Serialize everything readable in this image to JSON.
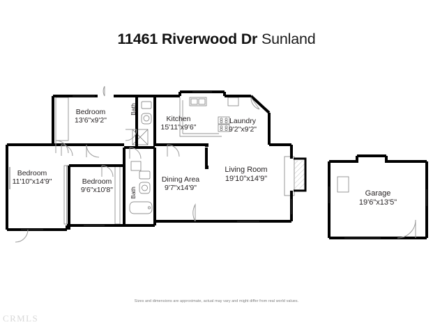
{
  "header": {
    "street": "11461 Riverwood Dr",
    "city": " Sunland"
  },
  "rooms": [
    {
      "id": "bedroom-top-left",
      "name": "Bedroom",
      "dimensions": "13'6\"x9'2\""
    },
    {
      "id": "kitchen",
      "name": "Kitchen",
      "dimensions": "15'11\"x9'6\""
    },
    {
      "id": "laundry",
      "name": "Laundry",
      "dimensions": "9'2\"x9'2\""
    },
    {
      "id": "bedroom-left",
      "name": "Bedroom",
      "dimensions": "11'10\"x14'9\""
    },
    {
      "id": "bedroom-middle",
      "name": "Bedroom",
      "dimensions": "9'6\"x10'8\""
    },
    {
      "id": "dining-area",
      "name": "Dining Area",
      "dimensions": "9'7\"x14'9\""
    },
    {
      "id": "living-room",
      "name": "Living Room",
      "dimensions": "19'10\"x14'9\""
    },
    {
      "id": "garage",
      "name": "Garage",
      "dimensions": "19'6\"x13'5\""
    }
  ],
  "bath_labels": {
    "bath_upper": "Bath",
    "bath_lower": "Bath"
  },
  "footer": {
    "disclaimer": "Sizes and dimensions are approximate, actual may vary and might differ from real world values.",
    "watermark": "CRMLS"
  },
  "colors": {
    "wall": "#000000",
    "fixture_line": "#555555",
    "door_arc": "#9a9a9a",
    "text": "#231f20",
    "background": "#ffffff",
    "watermark": "#d8d8d8"
  }
}
